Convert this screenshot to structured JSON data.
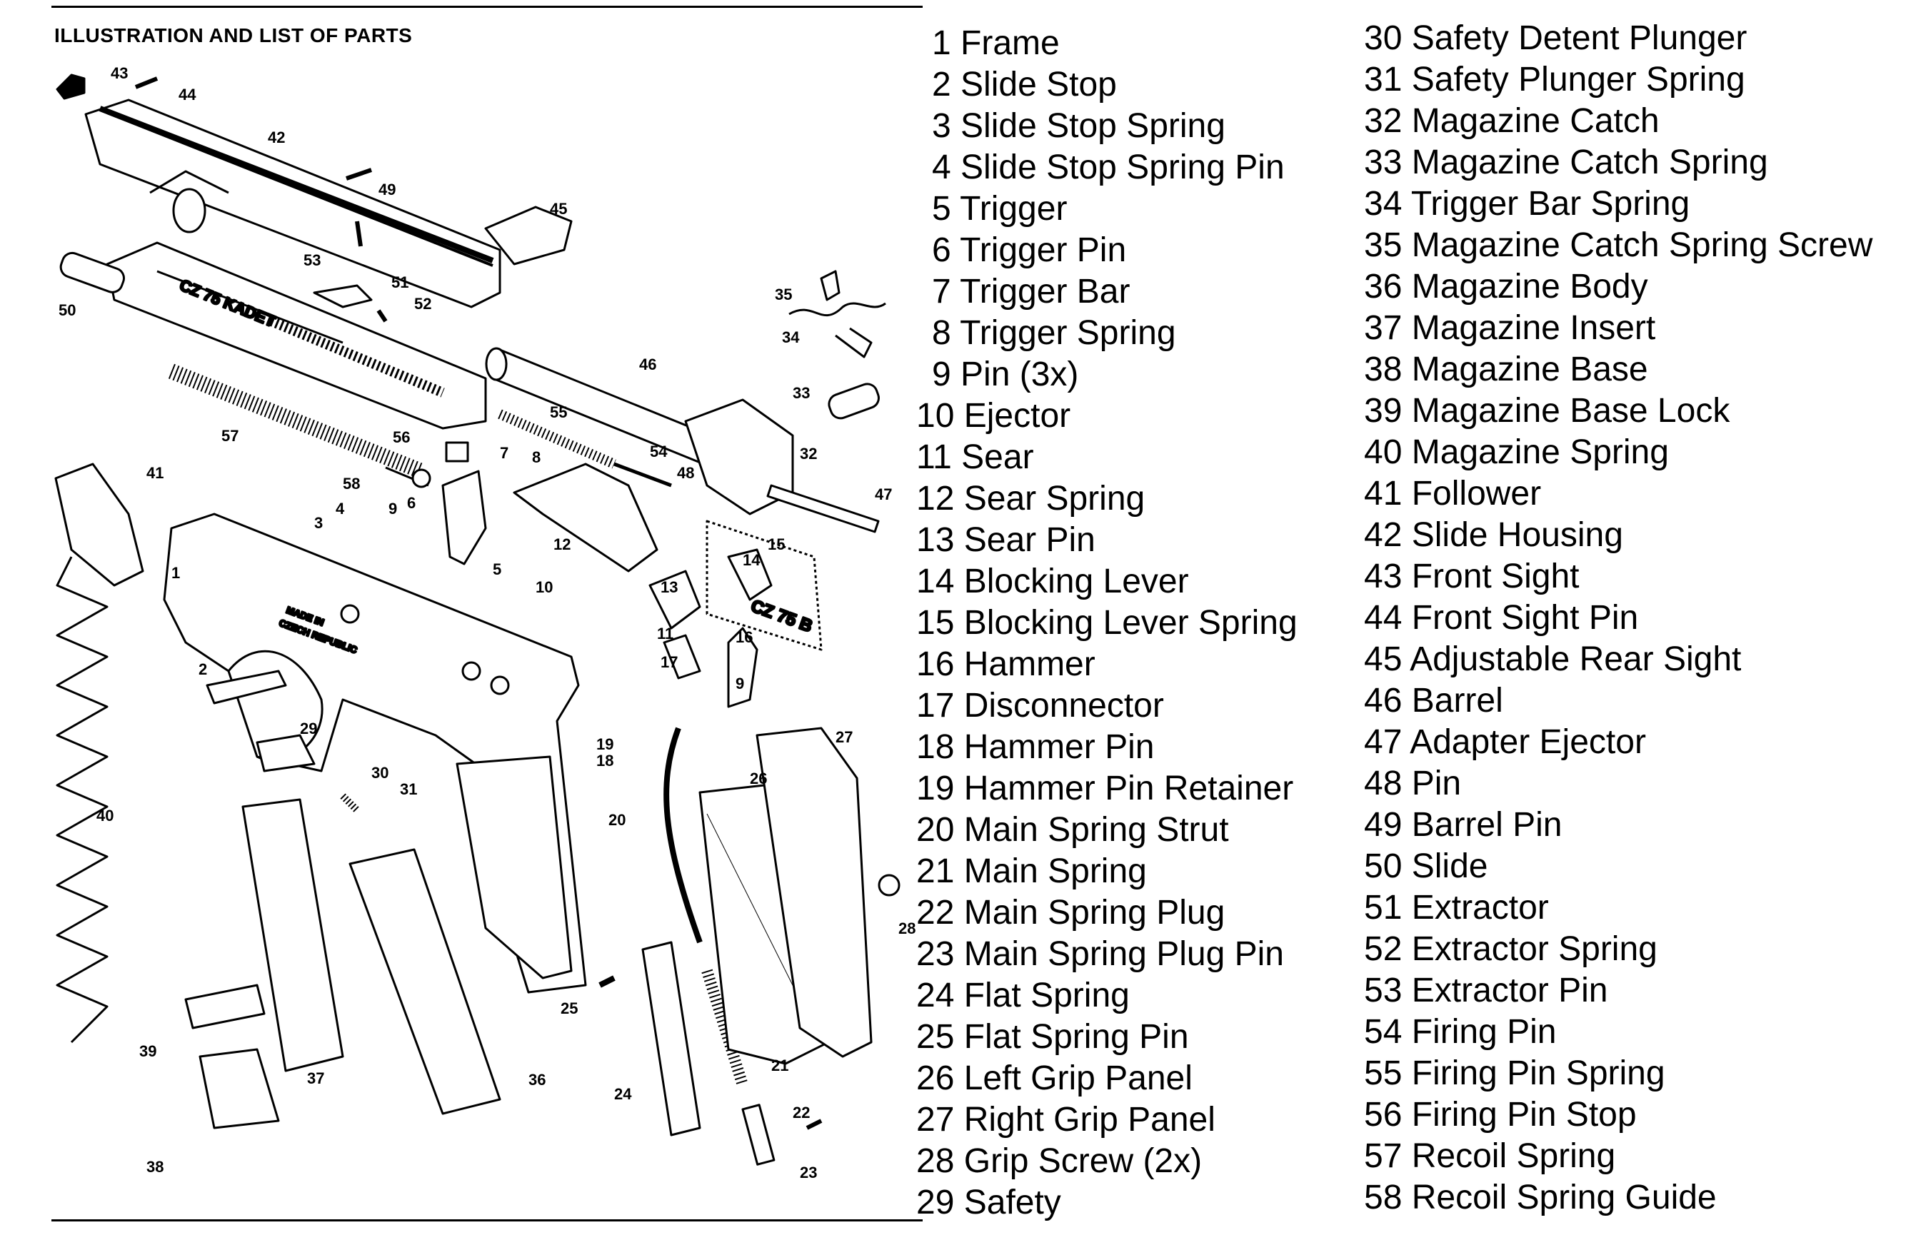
{
  "heading": "ILLUSTRATION AND LIST OF PARTS",
  "parts_left": [
    "1 Frame",
    "2 Slide Stop",
    "3 Slide Stop Spring",
    "4 Slide Stop Spring Pin",
    "5 Trigger",
    "6 Trigger Pin",
    "7 Trigger Bar",
    "8 Trigger Spring",
    "9 Pin (3x)",
    "10 Ejector",
    "11 Sear",
    "12 Sear Spring",
    "13 Sear Pin",
    "14 Blocking Lever",
    "15 Blocking Lever Spring",
    "16 Hammer",
    "17 Disconnector",
    "18 Hammer Pin",
    "19 Hammer Pin Retainer",
    "20 Main Spring Strut",
    "21 Main Spring",
    "22 Main Spring Plug",
    "23 Main Spring Plug Pin",
    "24 Flat Spring",
    "25 Flat Spring Pin",
    "26 Left Grip Panel",
    "27 Right Grip Panel",
    "28 Grip Screw (2x)",
    "29 Safety"
  ],
  "parts_right": [
    "30 Safety Detent Plunger",
    "31 Safety Plunger Spring",
    "32 Magazine Catch",
    "33 Magazine Catch Spring",
    "34 Trigger Bar Spring",
    "35 Magazine Catch Spring Screw",
    "36 Magazine Body",
    "37 Magazine Insert",
    "38 Magazine Base",
    "39 Magazine Base Lock",
    "40 Magazine Spring",
    "41 Follower",
    "42 Slide Housing",
    "43 Front Sight",
    "44 Front Sight Pin",
    "45 Adjustable Rear Sight",
    "46 Barrel",
    "47 Adapter Ejector",
    "48 Pin",
    "49 Barrel Pin",
    "50 Slide",
    "51 Extractor",
    "52 Extractor Spring",
    "53 Extractor Pin",
    "54 Firing Pin",
    "55 Firing Pin Spring",
    "56 Firing Pin Stop",
    "57 Recoil Spring",
    "58 Recoil Spring Guide"
  ],
  "drawing": {
    "slide_marking": "CZ 75 KADET",
    "frame_marking_1": "MADE IN",
    "frame_marking_2": "CZECH REPUBLIC",
    "inset_marking": "CZ 75 B",
    "callouts": [
      "1",
      "2",
      "3",
      "4",
      "5",
      "6",
      "7",
      "8",
      "9",
      "9",
      "10",
      "11",
      "12",
      "13",
      "14",
      "15",
      "16",
      "17",
      "18",
      "19",
      "20",
      "21",
      "22",
      "23",
      "24",
      "25",
      "26",
      "27",
      "28",
      "29",
      "30",
      "31",
      "32",
      "33",
      "34",
      "35",
      "36",
      "37",
      "38",
      "39",
      "40",
      "41",
      "42",
      "43",
      "44",
      "45",
      "46",
      "47",
      "48",
      "49",
      "50",
      "51",
      "52",
      "53",
      "54",
      "55",
      "56",
      "57",
      "58"
    ]
  }
}
